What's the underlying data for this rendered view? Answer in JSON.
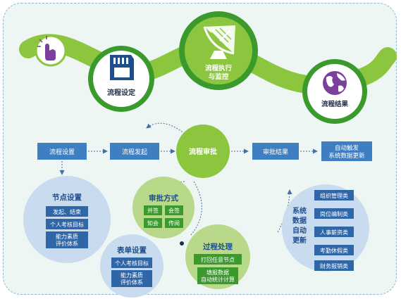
{
  "top": {
    "process_setting": "流程设定",
    "process_exec_line1": "流程执行",
    "process_exec_line2": "与监控",
    "process_result": "流程结果"
  },
  "flow": {
    "setup": "流程设置",
    "initiate": "流程发起",
    "approve": "流程审批",
    "approve_result": "审批结果",
    "auto_update_line1": "自动触发",
    "auto_update_line2": "系统数据更新"
  },
  "node_setting": {
    "title": "节点设置",
    "items": [
      "发起、结束",
      "个人考核目标",
      "能力素质",
      "评价体系"
    ]
  },
  "form_setting": {
    "title": "表单设置",
    "items": [
      "个人考核目标",
      "能力素质",
      "评价体系"
    ]
  },
  "approval_methods": {
    "title": "审批方式",
    "items": [
      "并签",
      "会签",
      "知会",
      "传阅"
    ]
  },
  "process_handling": {
    "title": "过程处理",
    "items": [
      "打回任意节点",
      "填报数据",
      "自动统计计算"
    ]
  },
  "auto_update": {
    "label_lines": [
      "系统",
      "数据",
      "自动",
      "更新"
    ],
    "items": [
      "组织管理类",
      "岗位编制类",
      "人事薪资类",
      "考勤休假类",
      "财务报销类"
    ]
  },
  "colors": {
    "green_dark": "#3a9a2c",
    "green_light": "#8cc63f",
    "blue_box": "#3f7fc1",
    "purple": "#7b3f9e",
    "navy": "#1f4e8c"
  }
}
